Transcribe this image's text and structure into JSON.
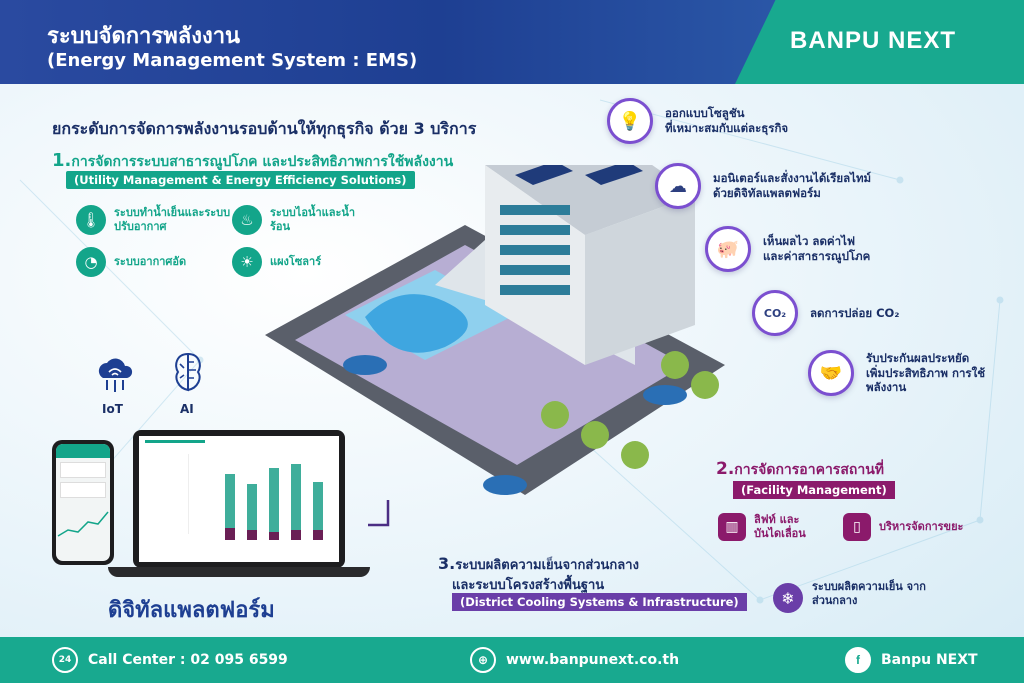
{
  "header": {
    "title_th": "ระบบจัดการพลังงาน",
    "title_en": "(Energy Management System : EMS)",
    "logo": "BANPU NEXT"
  },
  "main_heading": "ยกระดับการจัดการพลังงานรอบด้านให้ทุกธุรกิจ ด้วย 3 บริการ",
  "section1": {
    "number": "1.",
    "title": "การจัดการระบบสาธารณูปโภค และประสิทธิภาพการใช้พลังงาน",
    "subtitle": "(Utility Management & Energy Efficiency Solutions)",
    "services": [
      {
        "label": "ระบบทำน้ำเย็นและระบบปรับอากาศ",
        "icon": "thermometer-icon"
      },
      {
        "label": "ระบบไอน้ำและน้ำร้อน",
        "icon": "steam-icon"
      },
      {
        "label": "ระบบอากาศอัด",
        "icon": "gauge-icon"
      },
      {
        "label": "แผงโซลาร์",
        "icon": "solar-panel-icon"
      }
    ]
  },
  "tech": {
    "iot": "IoT",
    "ai": "AI"
  },
  "digital_platform": "ดิจิทัลแพลตฟอร์ม",
  "right_services": [
    {
      "line1": "ออกแบบโซลูชัน",
      "line2": "ที่เหมาะสมกับแต่ละธุรกิจ",
      "icon": "lightbulb-icon"
    },
    {
      "line1": "มอนิเตอร์และสั่งงานได้เรียลไทม์",
      "line2": "ด้วยดิจิทัลแพลตฟอร์ม",
      "icon": "cloud-upload-icon"
    },
    {
      "line1": "เห็นผลไว ลดค่าไฟ",
      "line2": "และค่าสาธารณูปโภค",
      "icon": "piggy-bank-icon"
    },
    {
      "line1": "ลดการปล่อย CO₂",
      "line2": "",
      "icon": "co2-icon"
    },
    {
      "line1": "รับประกันผลประหยัด",
      "line2": "เพิ่มประสิทธิภาพ การใช้พลังงาน",
      "icon": "handshake-icon"
    }
  ],
  "section2": {
    "number": "2.",
    "title": "การจัดการอาคารสถานที่",
    "subtitle": "(Facility Management)",
    "services": [
      {
        "label": "ลิฟท์ และ บันไดเลื่อน",
        "icon": "elevator-icon"
      },
      {
        "label": "บริหารจัดการขยะ",
        "icon": "waste-phone-icon"
      }
    ]
  },
  "section3": {
    "number": "3.",
    "title_line1": "ระบบผลิตความเย็นจากส่วนกลาง",
    "title_line2": "และระบบโครงสร้างพื้นฐาน",
    "subtitle": "(District Cooling Systems & Infrastructure)",
    "service": {
      "label": "ระบบผลิตความเย็น จากส่วนกลาง",
      "icon": "snowflake-icon"
    }
  },
  "footer": {
    "call_center": "Call Center  : 02 095 6599",
    "website": "www.banpunext.co.th",
    "facebook": "Banpu NEXT"
  },
  "colors": {
    "navy": "#1e3f92",
    "teal": "#18a98f",
    "plum": "#8b1a6b",
    "purple": "#6a3ea8"
  }
}
